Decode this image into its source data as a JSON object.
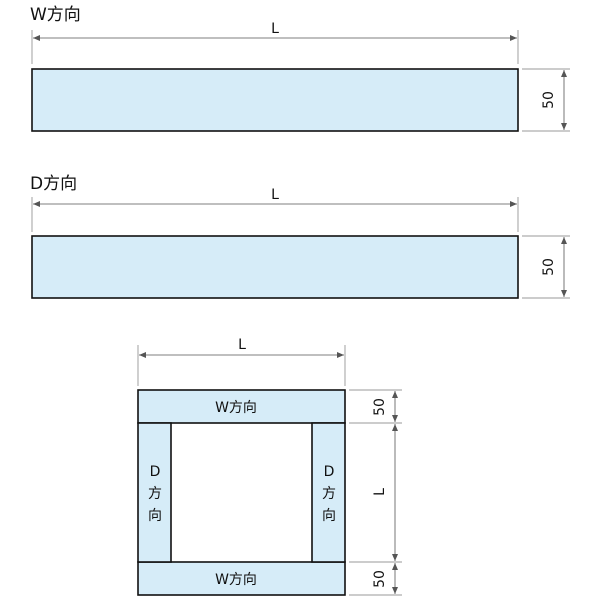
{
  "w_section": {
    "title": "W方向",
    "length_label": "L",
    "height_label": "50"
  },
  "d_section": {
    "title": "D方向",
    "length_label": "L",
    "height_label": "50"
  },
  "frame": {
    "width_label": "L",
    "top_label": "W方向",
    "bottom_label": "W方向",
    "left_label": [
      "D",
      "方",
      "向"
    ],
    "right_label": [
      "D",
      "方",
      "向"
    ],
    "dim_top": "50",
    "dim_middle": "L",
    "dim_bottom": "50"
  },
  "colors": {
    "panel_fill": "#d6ecf8",
    "outline": "#111111"
  }
}
